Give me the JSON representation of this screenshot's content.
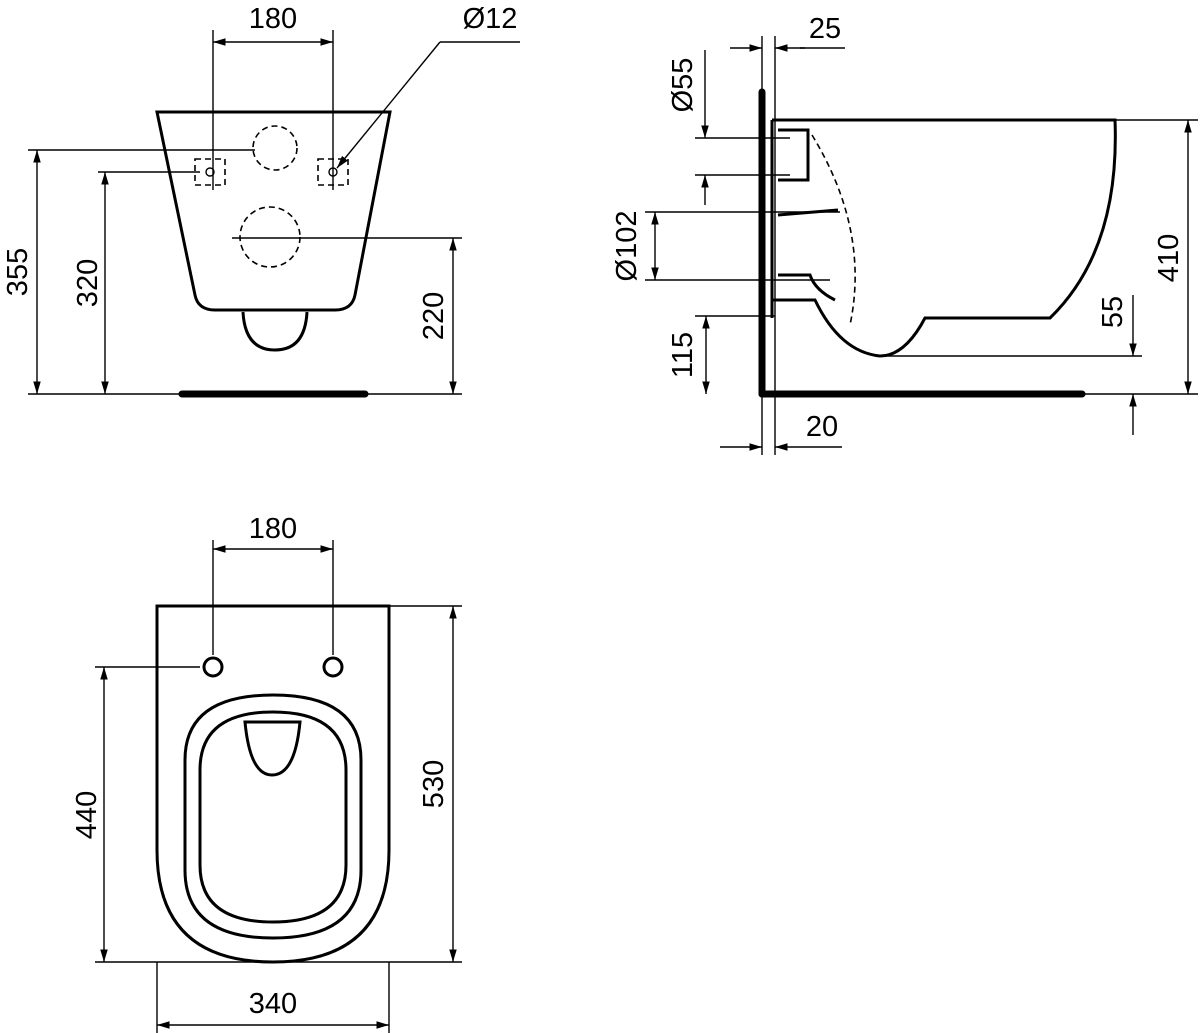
{
  "front_view": {
    "hole_spacing": "180",
    "hole_diameter": "Ø12",
    "height_355": "355",
    "height_320": "320",
    "height_220": "220"
  },
  "side_view": {
    "wall_offset_25": "25",
    "inlet_diameter": "Ø55",
    "outlet_diameter": "Ø102",
    "outlet_height": "115",
    "floor_offset_20": "20",
    "total_height": "410",
    "bowl_clearance": "55"
  },
  "top_view": {
    "hole_spacing": "180",
    "depth_440": "440",
    "projection": "530",
    "width": "340"
  }
}
